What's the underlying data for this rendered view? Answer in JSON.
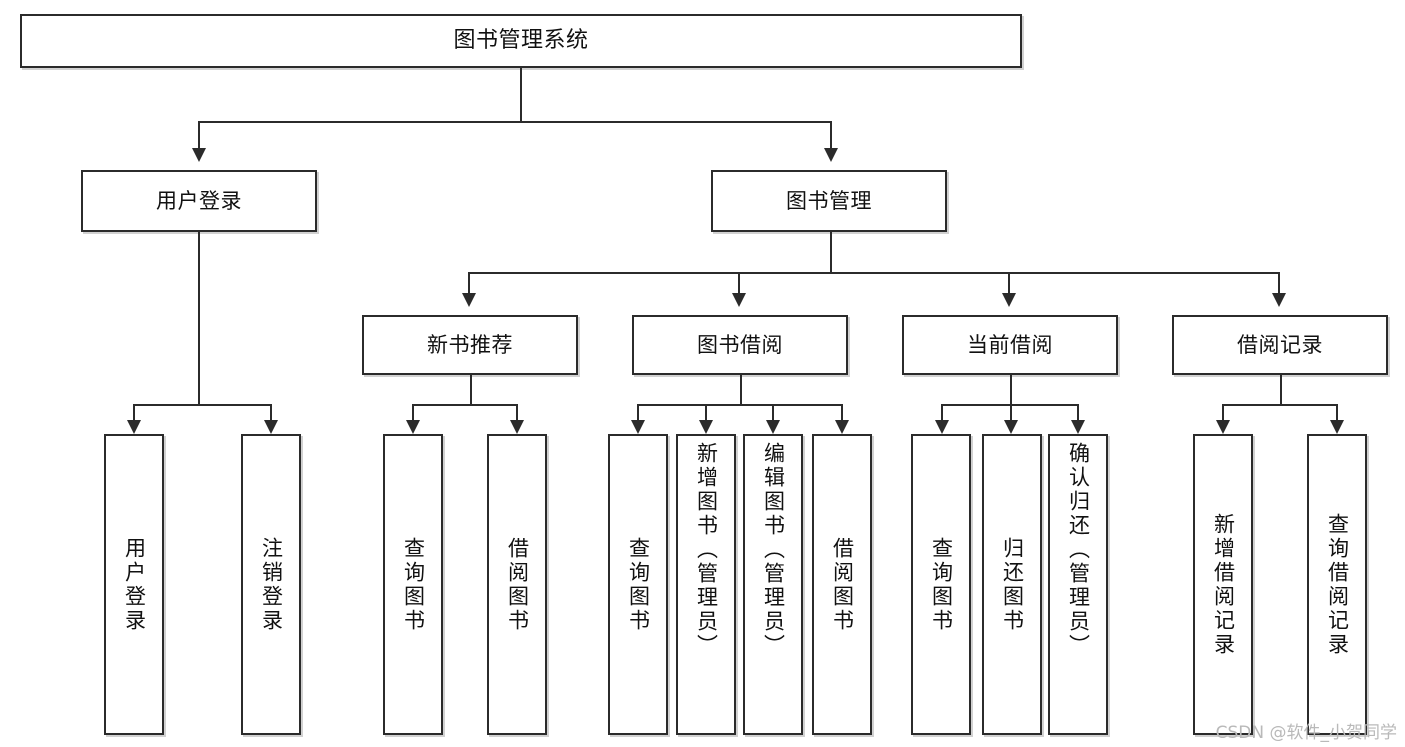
{
  "diagram": {
    "title": "图书管理系统",
    "watermark": "CSDN @软件_小贺同学",
    "colors": {
      "stroke": "#2b2b2b",
      "fill": "#ffffff",
      "text": "#111111",
      "watermark": "#b9b9b9"
    },
    "levels": {
      "root": {
        "label": "图书管理系统"
      },
      "level2": [
        {
          "label": "用户登录"
        },
        {
          "label": "图书管理"
        }
      ],
      "level3": [
        {
          "label": "新书推荐"
        },
        {
          "label": "图书借阅"
        },
        {
          "label": "当前借阅"
        },
        {
          "label": "借阅记录"
        }
      ],
      "leaves": {
        "user_login": [
          {
            "label": "用户登录"
          },
          {
            "label": "注销登录"
          }
        ],
        "new_book_recommend": [
          {
            "label": "查询图书"
          },
          {
            "label": "借阅图书"
          }
        ],
        "book_borrow": [
          {
            "label": "查询图书"
          },
          {
            "label": "新增图书（管理员）"
          },
          {
            "label": "编辑图书（管理员）"
          },
          {
            "label": "借阅图书"
          }
        ],
        "current_borrow": [
          {
            "label": "查询图书"
          },
          {
            "label": "归还图书"
          },
          {
            "label": "确认归还（管理员）"
          }
        ],
        "borrow_records": [
          {
            "label": "新增借阅记录"
          },
          {
            "label": "查询借阅记录"
          }
        ]
      }
    }
  }
}
